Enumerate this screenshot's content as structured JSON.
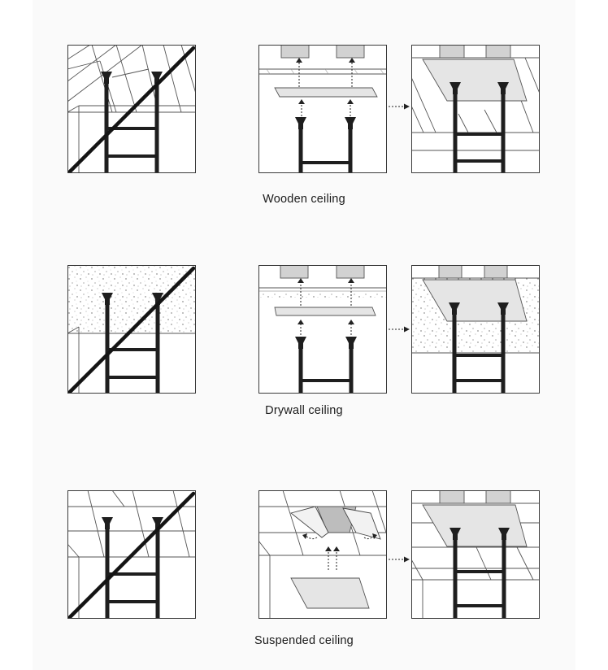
{
  "sections": [
    {
      "id": "wooden",
      "caption": "Wooden ceiling"
    },
    {
      "id": "drywall",
      "caption": "Drywall ceiling"
    },
    {
      "id": "suspended",
      "caption": "Suspended ceiling"
    }
  ],
  "colors": {
    "line": "#1e1e1e",
    "panel_fill": "#e5e5e5",
    "background": "#fafafa"
  },
  "icons": [
    "ladder-icon",
    "prohibited-slash",
    "arrow-up-dotted",
    "arrow-right-dotted"
  ]
}
